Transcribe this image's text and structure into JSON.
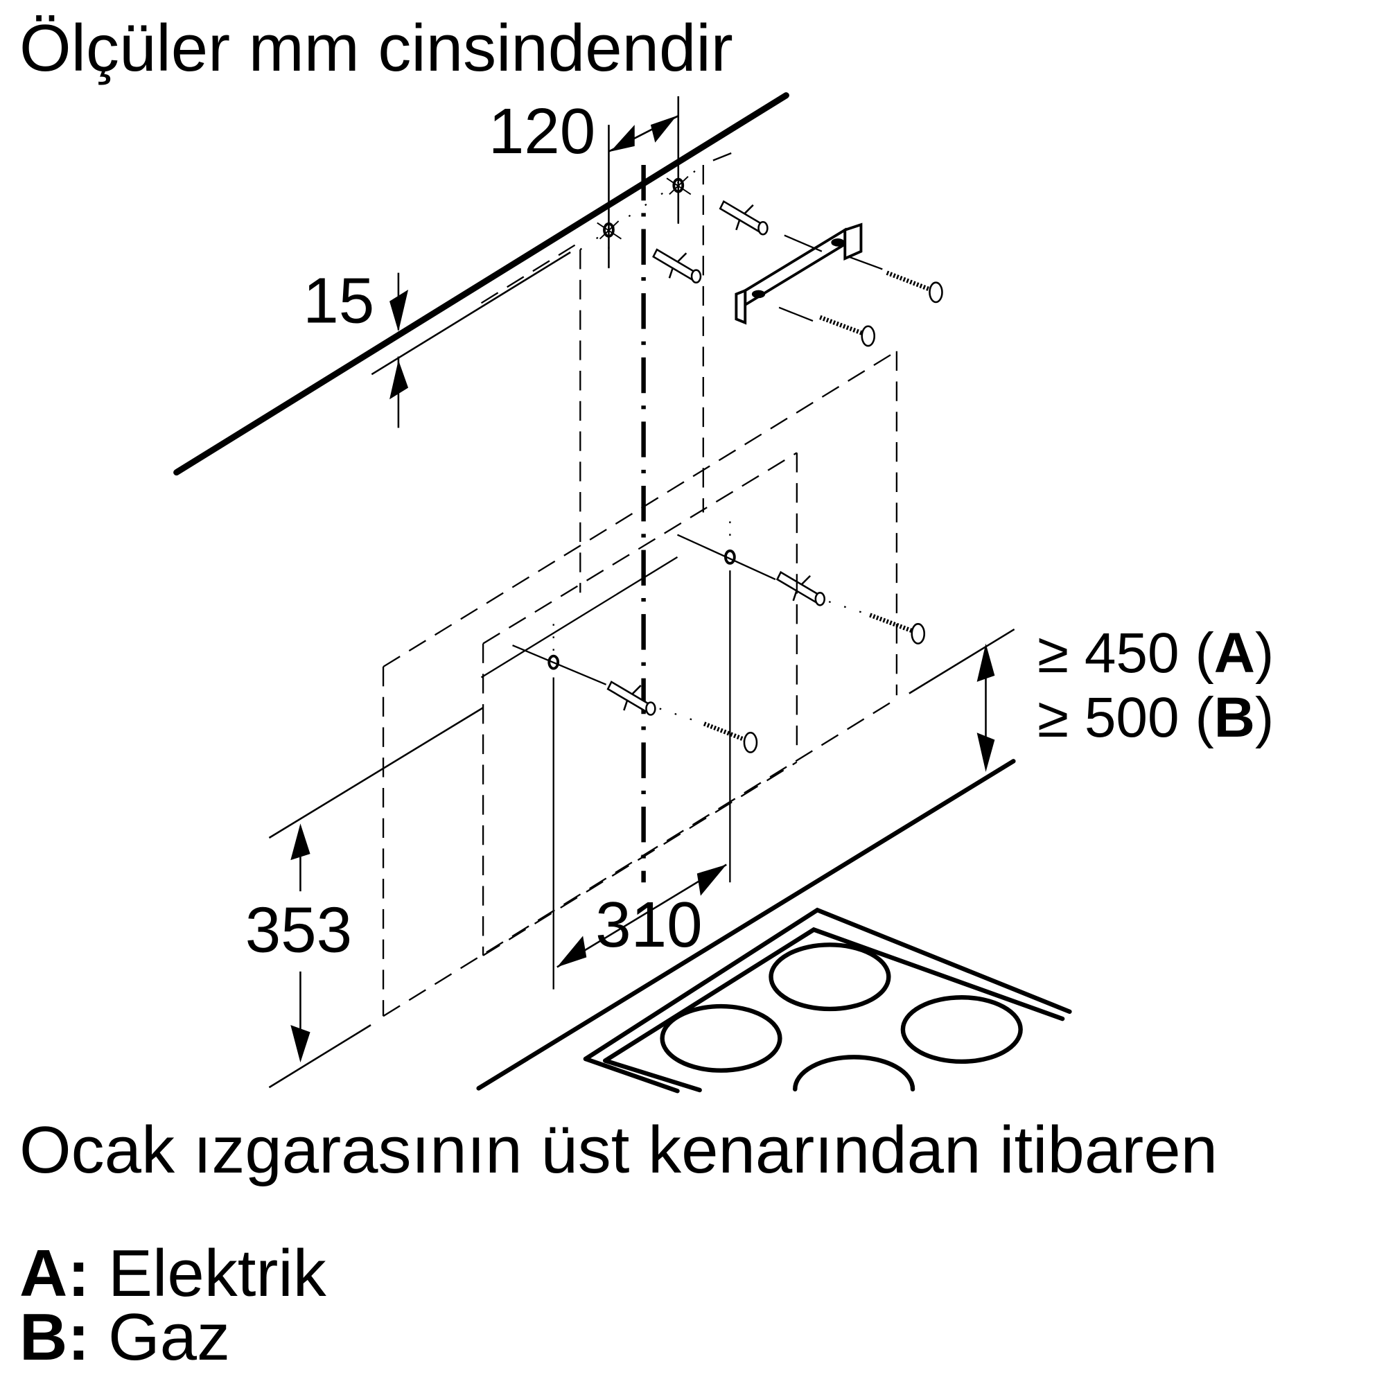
{
  "title": "Ölçüler mm cinsindendir",
  "dimensions": {
    "bracket_offset": "120",
    "wall_gap": "15",
    "hole_spacing": "310",
    "height_above_hob": "353"
  },
  "min_distance": {
    "a": {
      "symbol": "≥",
      "value": "450",
      "open": "(",
      "key": "A",
      "close": ")"
    },
    "b": {
      "symbol": "≥",
      "value": "500",
      "open": "(",
      "key": "B",
      "close": ")"
    }
  },
  "footer_note": "Ocak ızgarasının üst kenarından itibaren",
  "legend": [
    {
      "key": "A:",
      "label": "Elektrik"
    },
    {
      "key": "B:",
      "label": "Gaz"
    }
  ],
  "colors": {
    "ink": "#000000",
    "background": "#ffffff"
  }
}
